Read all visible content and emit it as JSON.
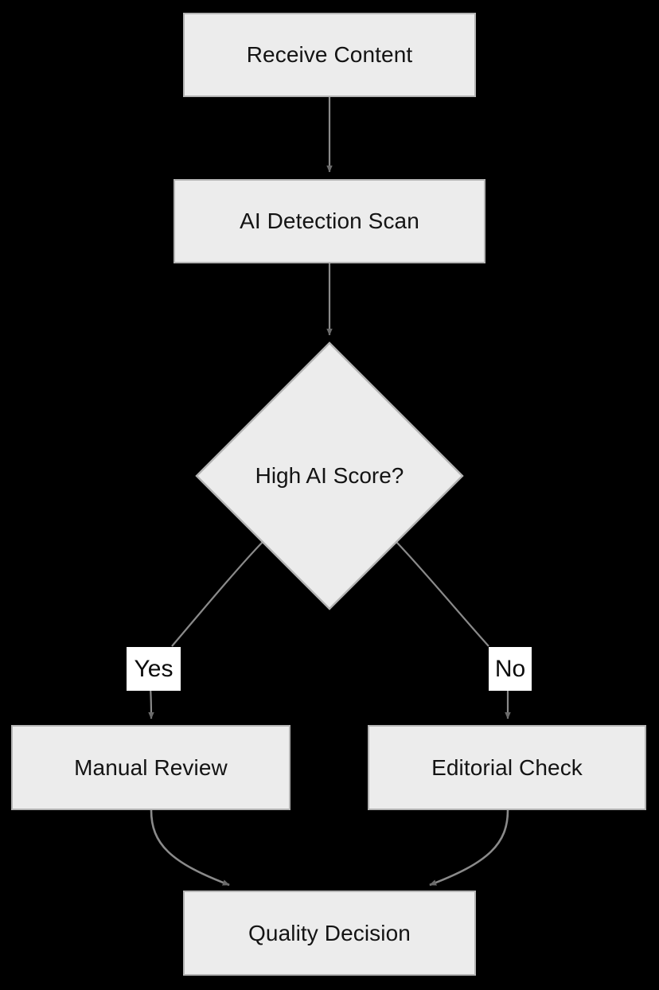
{
  "diagram": {
    "type": "flowchart",
    "direction": "top-down",
    "background_color": "#000000",
    "node_fill_color": "#ECECEC",
    "node_border_color": "#B4B4B4",
    "node_text_color": "#141414",
    "edge_color": "#808080",
    "edge_label_bg_color": "#FFFFFF",
    "nodes": [
      {
        "id": "receive",
        "label": "Receive Content",
        "shape": "rectangle"
      },
      {
        "id": "scan",
        "label": "AI Detection Scan",
        "shape": "rectangle"
      },
      {
        "id": "decision",
        "label": "High AI Score?",
        "shape": "diamond"
      },
      {
        "id": "manual",
        "label": "Manual Review",
        "shape": "rectangle"
      },
      {
        "id": "editorial",
        "label": "Editorial Check",
        "shape": "rectangle"
      },
      {
        "id": "quality",
        "label": "Quality Decision",
        "shape": "rectangle"
      }
    ],
    "edges": [
      {
        "from": "receive",
        "to": "scan",
        "label": ""
      },
      {
        "from": "scan",
        "to": "decision",
        "label": ""
      },
      {
        "from": "decision",
        "to": "manual",
        "label": "Yes"
      },
      {
        "from": "decision",
        "to": "editorial",
        "label": "No"
      },
      {
        "from": "manual",
        "to": "quality",
        "label": ""
      },
      {
        "from": "editorial",
        "to": "quality",
        "label": ""
      }
    ],
    "edge_labels": {
      "yes": "Yes",
      "no": "No"
    }
  }
}
